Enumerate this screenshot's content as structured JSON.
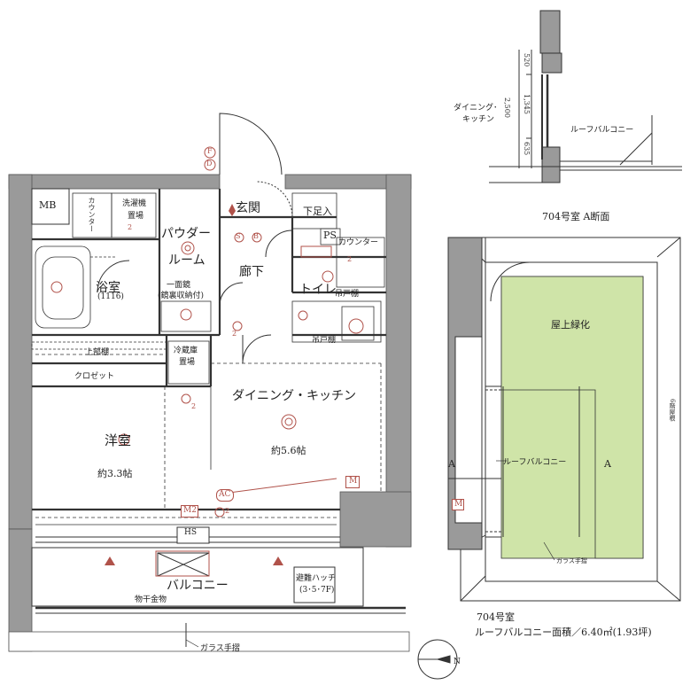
{
  "plan": {
    "rooms": {
      "mb": "MB",
      "counter_left": "カウンター",
      "washer_line1": "洗濯機",
      "washer_line2": "置場",
      "powder_line1": "パウダー",
      "powder_line2": "ルーム",
      "entrance": "玄関",
      "shoe_cabinet": "下足入",
      "ps": "PS",
      "corridor": "廊下",
      "counter_right": "カウンター",
      "toilet": "トイレ",
      "wall_cabinet_toilet": "吊戸棚",
      "wall_cabinet_kitchen": "吊戸棚",
      "bathroom": "浴室",
      "bath_size": "(1116)",
      "mirror_line1": "一面鏡",
      "mirror_line2": "(鏡裏収納付)",
      "fridge_line1": "冷蔵庫",
      "fridge_line2": "置場",
      "upper_shelf": "上部棚",
      "closet": "クロゼット",
      "dining_kitchen": "ダイニング・キッチン",
      "dk_area": "約5.6帖",
      "western_room": "洋室",
      "western_area": "約3.3帖",
      "m_badge": "M",
      "m2_badge": "M2",
      "ac_badge": "AC",
      "hs": "HS",
      "balcony": "バルコニー",
      "hatch_line1": "避難ハッチ",
      "hatch_line2": "(3･5･7F)",
      "drying": "物干金物",
      "glass_rail": "ガラス手摺"
    },
    "fixture_marks": [
      "F",
      "D",
      "2",
      "S",
      "B",
      "2",
      "2",
      "2",
      "2"
    ]
  },
  "section": {
    "dim_top": "520",
    "dim_mid": "1,345",
    "dim_total": "2,500",
    "dim_bottom": "635",
    "label_dk_line1": "ダイニング･",
    "label_dk_line2": "キッチン",
    "label_roof": "ルーフバルコニー",
    "title": "704号室 A断面"
  },
  "roof": {
    "green": "屋上緑化",
    "roof_balcony": "ルーフバルコニー",
    "a_left": "A",
    "a_right": "A",
    "right_note": "6階屋根",
    "glass_rail": "ガラス手摺",
    "m_badge": "M",
    "room_no": "704号室",
    "area_text": "ルーフバルコニー面積／6.40㎡(1.93坪)",
    "green_color": "#cfe4a8"
  },
  "compass": {
    "north": "N"
  },
  "colors": {
    "wall": "#9a9a9a",
    "line": "#333333",
    "fixture": "#b0524a"
  }
}
